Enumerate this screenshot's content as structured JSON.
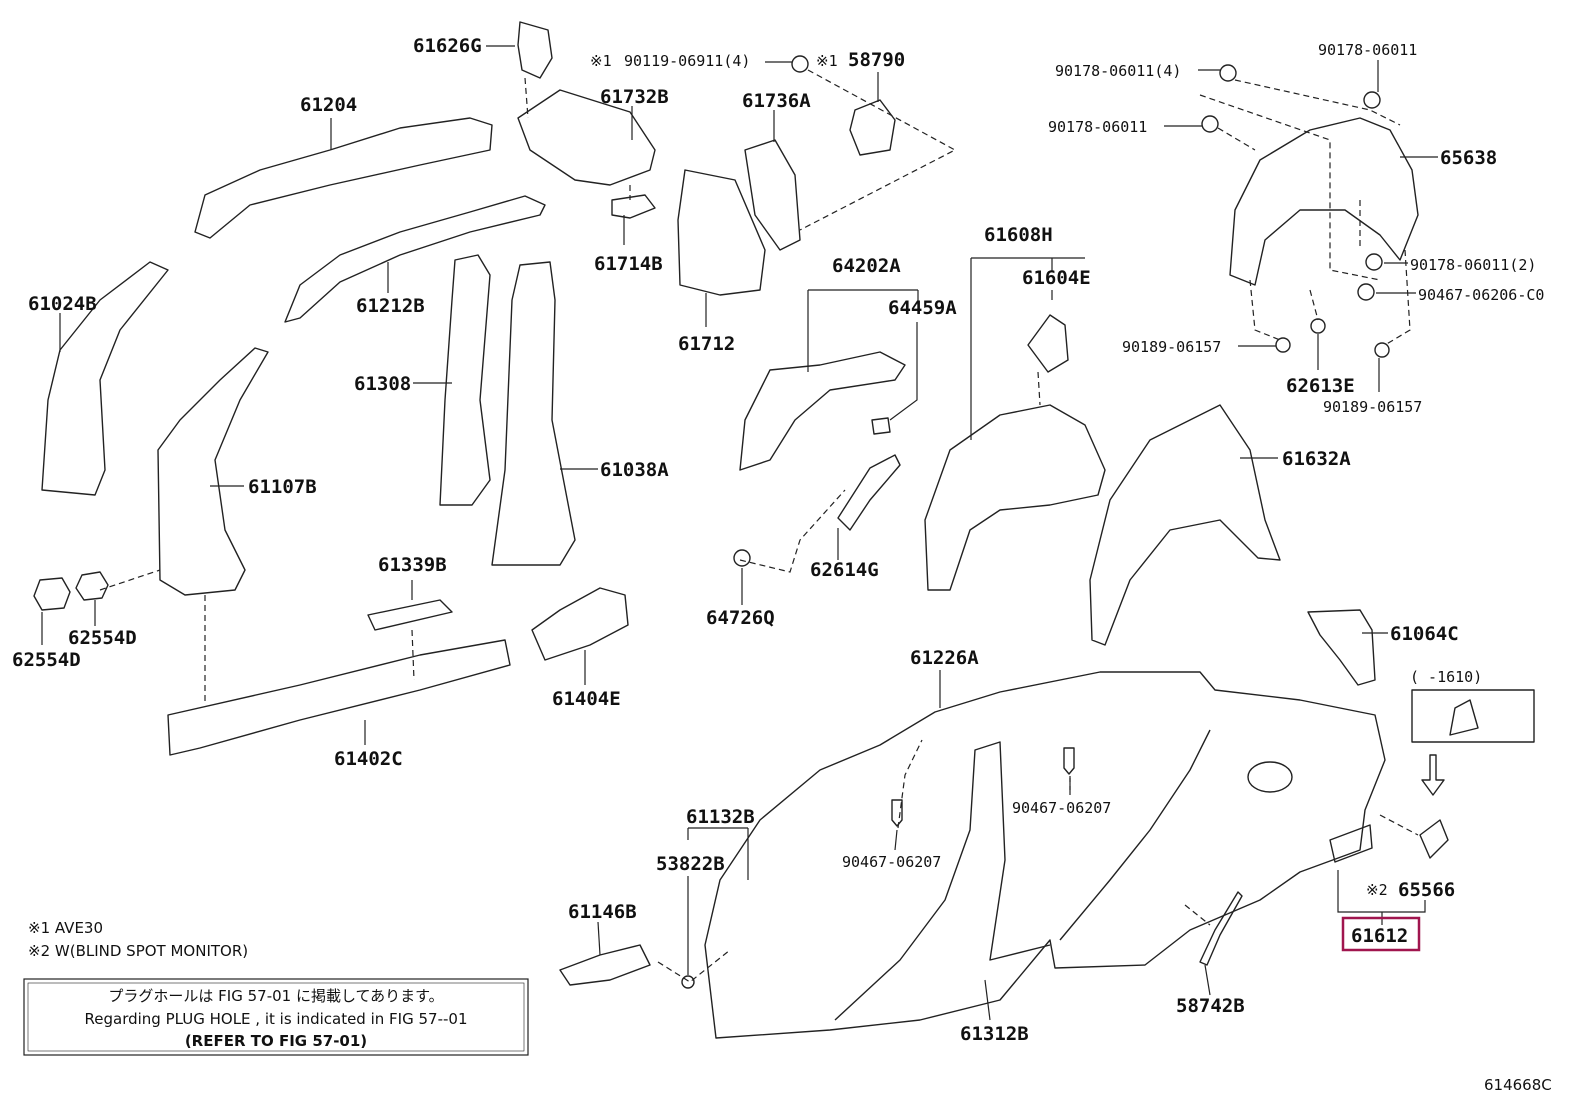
{
  "parts": [
    {
      "id": "61626G",
      "label": "61626G"
    },
    {
      "id": "90119-06911",
      "label": "90119-06911(4)",
      "mark": "※1"
    },
    {
      "id": "58790",
      "label": "58790",
      "mark": "※1"
    },
    {
      "id": "61204",
      "label": "61204"
    },
    {
      "id": "61732B",
      "label": "61732B"
    },
    {
      "id": "61736A",
      "label": "61736A"
    },
    {
      "id": "90178-06011-4",
      "label": "90178-06011(4)"
    },
    {
      "id": "90178-06011-a",
      "label": "90178-06011"
    },
    {
      "id": "90178-06011-b",
      "label": "90178-06011"
    },
    {
      "id": "65638",
      "label": "65638"
    },
    {
      "id": "61024B",
      "label": "61024B"
    },
    {
      "id": "61212B",
      "label": "61212B"
    },
    {
      "id": "61714B",
      "label": "61714B"
    },
    {
      "id": "61712",
      "label": "61712"
    },
    {
      "id": "64202A",
      "label": "64202A"
    },
    {
      "id": "64459A",
      "label": "64459A"
    },
    {
      "id": "61608H",
      "label": "61608H"
    },
    {
      "id": "61604E",
      "label": "61604E"
    },
    {
      "id": "90178-06011-2",
      "label": "90178-06011(2)"
    },
    {
      "id": "90467-06206",
      "label": "90467-06206-C0"
    },
    {
      "id": "90189-06157-a",
      "label": "90189-06157"
    },
    {
      "id": "62613E",
      "label": "62613E"
    },
    {
      "id": "90189-06157-b",
      "label": "90189-06157"
    },
    {
      "id": "61308",
      "label": "61308"
    },
    {
      "id": "61107B",
      "label": "61107B"
    },
    {
      "id": "61038A",
      "label": "61038A"
    },
    {
      "id": "61632A",
      "label": "61632A"
    },
    {
      "id": "62614G",
      "label": "62614G"
    },
    {
      "id": "64726Q",
      "label": "64726Q"
    },
    {
      "id": "61339B",
      "label": "61339B"
    },
    {
      "id": "62554D-a",
      "label": "62554D"
    },
    {
      "id": "62554D-b",
      "label": "62554D"
    },
    {
      "id": "61404E",
      "label": "61404E"
    },
    {
      "id": "61402C",
      "label": "61402C"
    },
    {
      "id": "61064C",
      "label": "61064C"
    },
    {
      "id": "61226A",
      "label": "61226A"
    },
    {
      "id": "90467-06207-a",
      "label": "90467-06207"
    },
    {
      "id": "90467-06207-b",
      "label": "90467-06207"
    },
    {
      "id": "61132B",
      "label": "61132B"
    },
    {
      "id": "53822B",
      "label": "53822B"
    },
    {
      "id": "61146B",
      "label": "61146B"
    },
    {
      "id": "65566",
      "label": "65566",
      "mark": "※2"
    },
    {
      "id": "61612",
      "label": "61612"
    },
    {
      "id": "61312B",
      "label": "61312B"
    },
    {
      "id": "58742B",
      "label": "58742B"
    }
  ],
  "inset": {
    "range": "(      -1610)"
  },
  "highlight": {
    "part": "61612",
    "color": "#a0154e"
  },
  "footnotes": {
    "n1": "※1 AVE30",
    "n2": "※2 W(BLIND SPOT MONITOR)"
  },
  "notice": {
    "line1": "プラグホールは FIG 57-01 に掲載してあります。",
    "line2": "Regarding  PLUG  HOLE , it is indicated in FIG  57--01",
    "line3": "(REFER TO FIG 57-01)"
  },
  "figure_code": "614668C"
}
